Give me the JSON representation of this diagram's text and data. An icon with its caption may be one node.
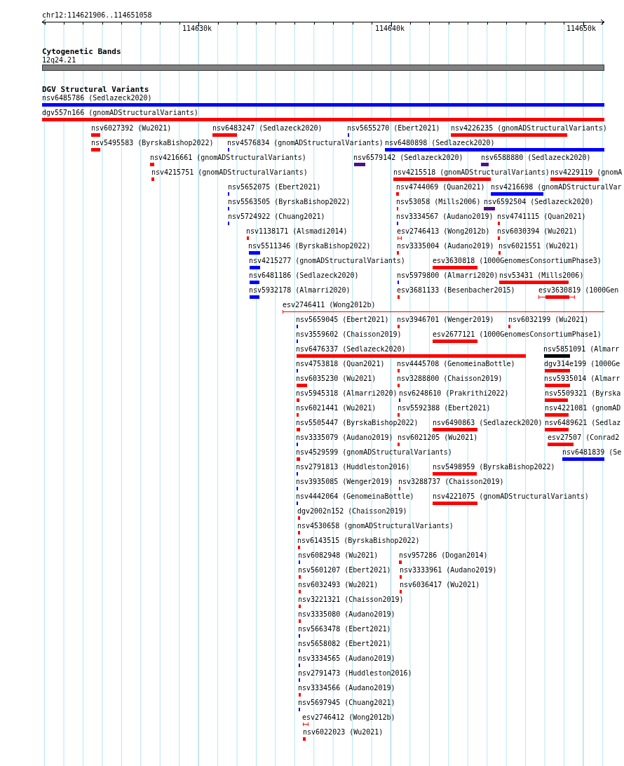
{
  "diagram": {
    "nodes": [
      {
        "text": [
          "12q24.21"
        ]
      },
      {
        "text": [
          "nsv6485786 (Sedlazeck2020)"
        ]
      },
      {
        "text": [
          "dgv557n166 (gnomADStructuralVariants)"
        ]
      },
      {
        "text": [
          "nsv6027392 (Wu2021)"
        ]
      },
      {
        "text": [
          "nsv6483247 (Sedlazeck2020)"
        ]
      },
      {
        "text": [
          "nsv5655270 (Ebert2021)"
        ]
      },
      {
        "text": [
          "nsv4226235 (gnomADStructuralVariants)"
        ]
      },
      {
        "text": [
          "nsv5495583 (ByrskaBishop2022)"
        ]
      },
      {
        "text": [
          "nsv4576834 (gnomADStructuralVariants)"
        ]
      },
      {
        "text": [
          "nsv6480898 (Sedlazeck2020)"
        ]
      },
      {
        "text": [
          "nsv4216661 (gnomADStructuralVariants)"
        ]
      },
      {
        "text": [
          "nsv6579142 (Sedlazeck2020)"
        ]
      },
      {
        "text": [
          "nsv6588880 (Sedlazeck2020)"
        ]
      },
      {
        "text": [
          "nsv4215751 (gnomADStructuralVariants)"
        ]
      },
      {
        "text": [
          "nsv4215518 (gnomADStructuralVariants)"
        ]
      },
      {
        "text": [
          "nsv4229119 (gnomA"
        ]
      },
      {
        "text": [
          "nsv5652075 (Ebert2021)"
        ]
      },
      {
        "text": [
          "nsv4744069 (Quan2021)"
        ]
      },
      {
        "text": [
          "nsv4216698 (gnomADStructuralVar"
        ]
      },
      {
        "text": [
          "nsv5563505 (ByrskaBishop2022)"
        ]
      },
      {
        "text": [
          "nsv53058 (Mills2006)"
        ]
      },
      {
        "text": [
          "nsv6592504 (Sedlazeck2020)"
        ]
      },
      {
        "text": [
          "nsv5724922 (Chuang2021)"
        ]
      },
      {
        "text": [
          "nsv3334567 (Audano2019)"
        ]
      },
      {
        "text": [
          "nsv4741115 (Quan2021)"
        ]
      },
      {
        "text": [
          "nsv1138171 (Alsmadi2014)"
        ]
      },
      {
        "text": [
          "esv2746413 (Wong2012b)"
        ]
      },
      {
        "text": [
          "nsv6030394 (Wu2021)"
        ]
      },
      {
        "text": [
          "nsv5511346 (ByrskaBishop2022)"
        ]
      },
      {
        "text": [
          "nsv3335004 (Audano2019)"
        ]
      },
      {
        "text": [
          "nsv6021551 (Wu2021)"
        ]
      },
      {
        "text": [
          "nsv4215277 (gnomADStructuralVariants)"
        ]
      },
      {
        "text": [
          "esv3630818 (1000GenomesConsortiumPhase3)"
        ]
      },
      {
        "text": [
          "nsv6481186 (Sedlazeck2020)"
        ]
      },
      {
        "text": [
          "nsv5979800 (Almarri2020)"
        ]
      },
      {
        "text": [
          "nsv53431 (Mills2006)"
        ]
      },
      {
        "text": [
          "nsv5932178 (Almarri2020)"
        ]
      },
      {
        "text": [
          "esv3681133 (Besenbacher2015)"
        ]
      },
      {
        "text": [
          "esv3630819 (1000Gen"
        ]
      },
      {
        "text": [
          "esv2746411 (Wong2012b)"
        ]
      },
      {
        "text": [
          "nsv5659045 (Ebert2021)"
        ]
      },
      {
        "text": [
          "nsv3946701 (Wenger2019)"
        ]
      },
      {
        "text": [
          "nsv6032199 (Wu2021)"
        ]
      },
      {
        "text": [
          "nsv3559602 (Chaisson2019)"
        ]
      },
      {
        "text": [
          "esv2677121 (1000GenomesConsortiumPhase1)"
        ]
      },
      {
        "text": [
          "nsv6476337 (Sedlazeck2020)"
        ]
      },
      {
        "text": [
          "nsv5851091 (Almarr"
        ]
      },
      {
        "text": [
          "nsv4753818 (Quan2021)"
        ]
      },
      {
        "text": [
          "nsv4445708 (GenomeinaBottle)"
        ]
      },
      {
        "text": [
          "dgv314e199 (1000Ge"
        ]
      },
      {
        "text": [
          "nsv6035230 (Wu2021)"
        ]
      },
      {
        "text": [
          "nsv3288800 (Chaisson2019)"
        ]
      },
      {
        "text": [
          "nsv5935014 (Almarr"
        ]
      },
      {
        "text": [
          "nsv5945318 (Almarri2020)"
        ]
      },
      {
        "text": [
          "nsv6248610 (Prakrithi2022)"
        ]
      },
      {
        "text": [
          "nsv5509321 (Byrska"
        ]
      },
      {
        "text": [
          "nsv6021441 (Wu2021)"
        ]
      },
      {
        "text": [
          "nsv5592388 (Ebert2021)"
        ]
      },
      {
        "text": [
          "nsv4221081 (gnomAD"
        ]
      },
      {
        "text": [
          "nsv5505447 (ByrskaBishop2022)"
        ]
      },
      {
        "text": [
          "nsv6490863 (Sedlazeck2020)"
        ]
      },
      {
        "text": [
          "nsv6489621 (Sedlaz"
        ]
      },
      {
        "text": [
          "nsv3335079 (Audano2019)"
        ]
      },
      {
        "text": [
          "nsv6021205 (Wu2021)"
        ]
      },
      {
        "text": [
          "esv27507 (Conrad2"
        ]
      },
      {
        "text": [
          "nsv4529599 (gnomADStructuralVariants)"
        ]
      },
      {
        "text": [
          "nsv6481839 (Se"
        ]
      },
      {
        "text": [
          "nsv2791813 (Huddleston2016)"
        ]
      },
      {
        "text": [
          "nsv5498959 (ByrskaBishop2022)"
        ]
      },
      {
        "text": [
          "nsv3935085 (Wenger2019)"
        ]
      },
      {
        "text": [
          "nsv3288737 (Chaisson2019)"
        ]
      },
      {
        "text": [
          "nsv4442064 (GenomeinaBottle)"
        ]
      },
      {
        "text": [
          "nsv4221075 (gnomADStructuralVariants)"
        ]
      },
      {
        "text": [
          "dgv2002n152 (Chaisson2019)"
        ]
      },
      {
        "text": [
          "nsv4530658 (gnomADStructuralVariants)"
        ]
      },
      {
        "text": [
          "nsv6143515 (ByrskaBishop2022)"
        ]
      },
      {
        "text": [
          "nsv6082948 (Wu2021)"
        ]
      },
      {
        "text": [
          "nsv957286 (Dogan2014)"
        ]
      },
      {
        "text": [
          "nsv5601207 (Ebert2021)"
        ]
      },
      {
        "text": [
          "nsv3333961 (Audano2019)"
        ]
      },
      {
        "text": [
          "nsv6032493 (Wu2021)"
        ]
      },
      {
        "text": [
          "nsv6036417 (Wu2021)"
        ]
      },
      {
        "text": [
          "nsv3221321 (Chaisson2019)"
        ]
      },
      {
        "text": [
          "nsv3335080 (Audano2019)"
        ]
      },
      {
        "text": [
          "nsv5663478 (Ebert2021)"
        ]
      },
      {
        "text": [
          "nsv5658082 (Ebert2021)"
        ]
      },
      {
        "text": [
          "nsv3334565 (Audano2019)"
        ]
      },
      {
        "text": [
          "nsv2791473 (Huddleston2016)"
        ]
      },
      {
        "text": [
          "nsv3334566 (Audano2019)"
        ]
      },
      {
        "text": [
          "nsv5697945 (Chuang2021)"
        ]
      },
      {
        "text": [
          "esv2746412 (Wong2012b)"
        ]
      },
      {
        "text": [
          "nsv6022023 (Wu2021)"
        ]
      }
    ],
    "labels": [
      "chr12:114621906..114651058",
      "114630k",
      "114640k",
      "114650k",
      "Cytogenetic Bands",
      "DGV Structural Variants"
    ]
  }
}
